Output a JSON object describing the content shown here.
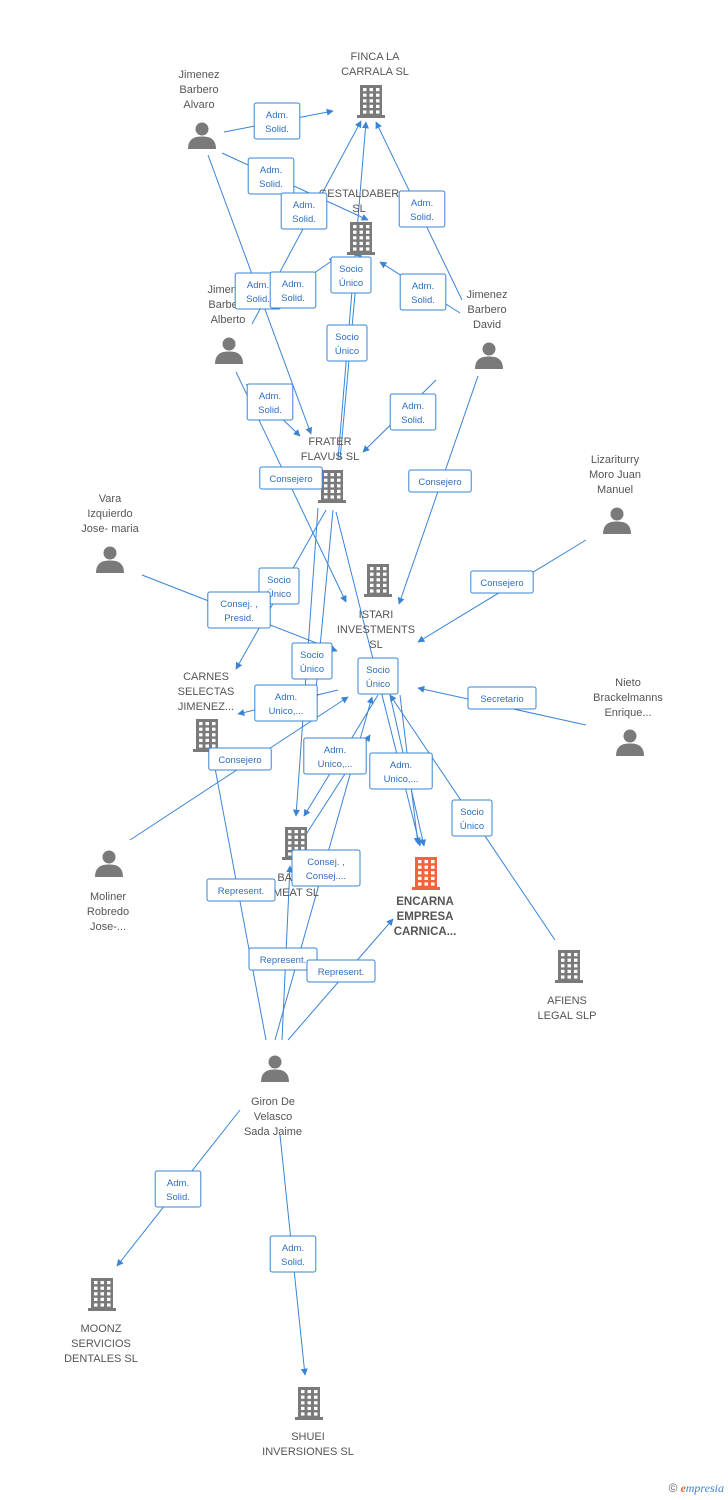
{
  "colors": {
    "edge": "#3a84d6",
    "company": "#7a7a7a",
    "person": "#7a7a7a",
    "focus": "#f2643a"
  },
  "nodes": [
    {
      "id": "finca",
      "type": "company",
      "lines": [
        "FINCA LA",
        "CARRALA  SL"
      ]
    },
    {
      "id": "jimenez_alvaro",
      "type": "person",
      "lines": [
        "Jimenez",
        "Barbero",
        "Alvaro"
      ]
    },
    {
      "id": "gestaldaber",
      "type": "company",
      "lines": [
        "GESTALDABER",
        "SL"
      ]
    },
    {
      "id": "jimenez_alberto",
      "type": "person",
      "lines": [
        "Jimenez",
        "Barbero",
        "Alberto"
      ]
    },
    {
      "id": "jimenez_david",
      "type": "person",
      "lines": [
        "Jimenez",
        "Barbero",
        "David"
      ]
    },
    {
      "id": "frater",
      "type": "company",
      "lines": [
        "FRATER",
        "FLAVUS  SL"
      ]
    },
    {
      "id": "lizariturry",
      "type": "person",
      "lines": [
        "Lizariturry",
        "Moro Juan",
        "Manuel"
      ]
    },
    {
      "id": "vara",
      "type": "person",
      "lines": [
        "Vara",
        "Izquierdo",
        "Jose- maria"
      ]
    },
    {
      "id": "istari",
      "type": "company",
      "lines": [
        "ISTARI",
        "INVESTMENTS",
        "SL"
      ]
    },
    {
      "id": "carnes",
      "type": "company",
      "lines": [
        "CARNES",
        "SELECTAS",
        "JIMENEZ..."
      ]
    },
    {
      "id": "nieto",
      "type": "person",
      "lines": [
        "Nieto",
        "Brackelmanns",
        "Enrique..."
      ]
    },
    {
      "id": "barbemeat",
      "type": "company",
      "lines": [
        "BARBE",
        "MEAT  SL"
      ]
    },
    {
      "id": "encarna",
      "type": "focus",
      "lines": [
        "ENCARNA",
        "EMPRESA",
        "CARNICA..."
      ]
    },
    {
      "id": "moliner",
      "type": "person",
      "lines": [
        "Moliner",
        "Robredo",
        "Jose-..."
      ]
    },
    {
      "id": "afiens",
      "type": "company",
      "lines": [
        "AFIENS",
        "LEGAL  SLP"
      ]
    },
    {
      "id": "giron",
      "type": "person",
      "lines": [
        "Giron De",
        "Velasco",
        "Sada Jaime"
      ]
    },
    {
      "id": "moonz",
      "type": "company",
      "lines": [
        "MOONZ",
        "SERVICIOS",
        "DENTALES  SL"
      ]
    },
    {
      "id": "shuei",
      "type": "company",
      "lines": [
        "SHUEI",
        "INVERSIONES SL"
      ]
    }
  ],
  "edges": [
    {
      "lines": [
        "Adm.",
        "Solid."
      ]
    },
    {
      "lines": [
        "Adm.",
        "Solid."
      ]
    },
    {
      "lines": [
        "Adm.",
        "Solid."
      ]
    },
    {
      "lines": [
        "Adm.",
        "Solid."
      ]
    },
    {
      "lines": [
        "Adm.",
        "Solid."
      ]
    },
    {
      "lines": [
        "Adm.",
        "Solid."
      ]
    },
    {
      "lines": [
        "Socio",
        "Único"
      ]
    },
    {
      "lines": [
        "Adm.",
        "Solid."
      ]
    },
    {
      "lines": [
        "Socio",
        "Único"
      ]
    },
    {
      "lines": [
        "Adm.",
        "Solid."
      ]
    },
    {
      "lines": [
        "Adm.",
        "Solid."
      ]
    },
    {
      "lines": [
        "Consejero"
      ]
    },
    {
      "lines": [
        "Consejero"
      ]
    },
    {
      "lines": [
        "Consejero"
      ]
    },
    {
      "lines": [
        "Socio",
        "Único"
      ]
    },
    {
      "lines": [
        "Consej. ,",
        "Presid."
      ]
    },
    {
      "lines": [
        "Socio",
        "Único"
      ]
    },
    {
      "lines": [
        "Socio",
        "Único"
      ]
    },
    {
      "lines": [
        "Adm.",
        "Unico,..."
      ]
    },
    {
      "lines": [
        "Secretario"
      ]
    },
    {
      "lines": [
        "Consejero"
      ]
    },
    {
      "lines": [
        "Adm.",
        "Unico,..."
      ]
    },
    {
      "lines": [
        "Adm.",
        "Unico,..."
      ]
    },
    {
      "lines": [
        "Socio",
        "Único"
      ]
    },
    {
      "lines": [
        "Consej. ,",
        "Consej...."
      ]
    },
    {
      "lines": [
        "Represent."
      ]
    },
    {
      "lines": [
        "Represent."
      ]
    },
    {
      "lines": [
        "Represent."
      ]
    },
    {
      "lines": [
        "Adm.",
        "Solid."
      ]
    },
    {
      "lines": [
        "Adm.",
        "Solid."
      ]
    }
  ],
  "brand": {
    "symbol": "©",
    "initial": "e",
    "rest": "mpresia"
  }
}
